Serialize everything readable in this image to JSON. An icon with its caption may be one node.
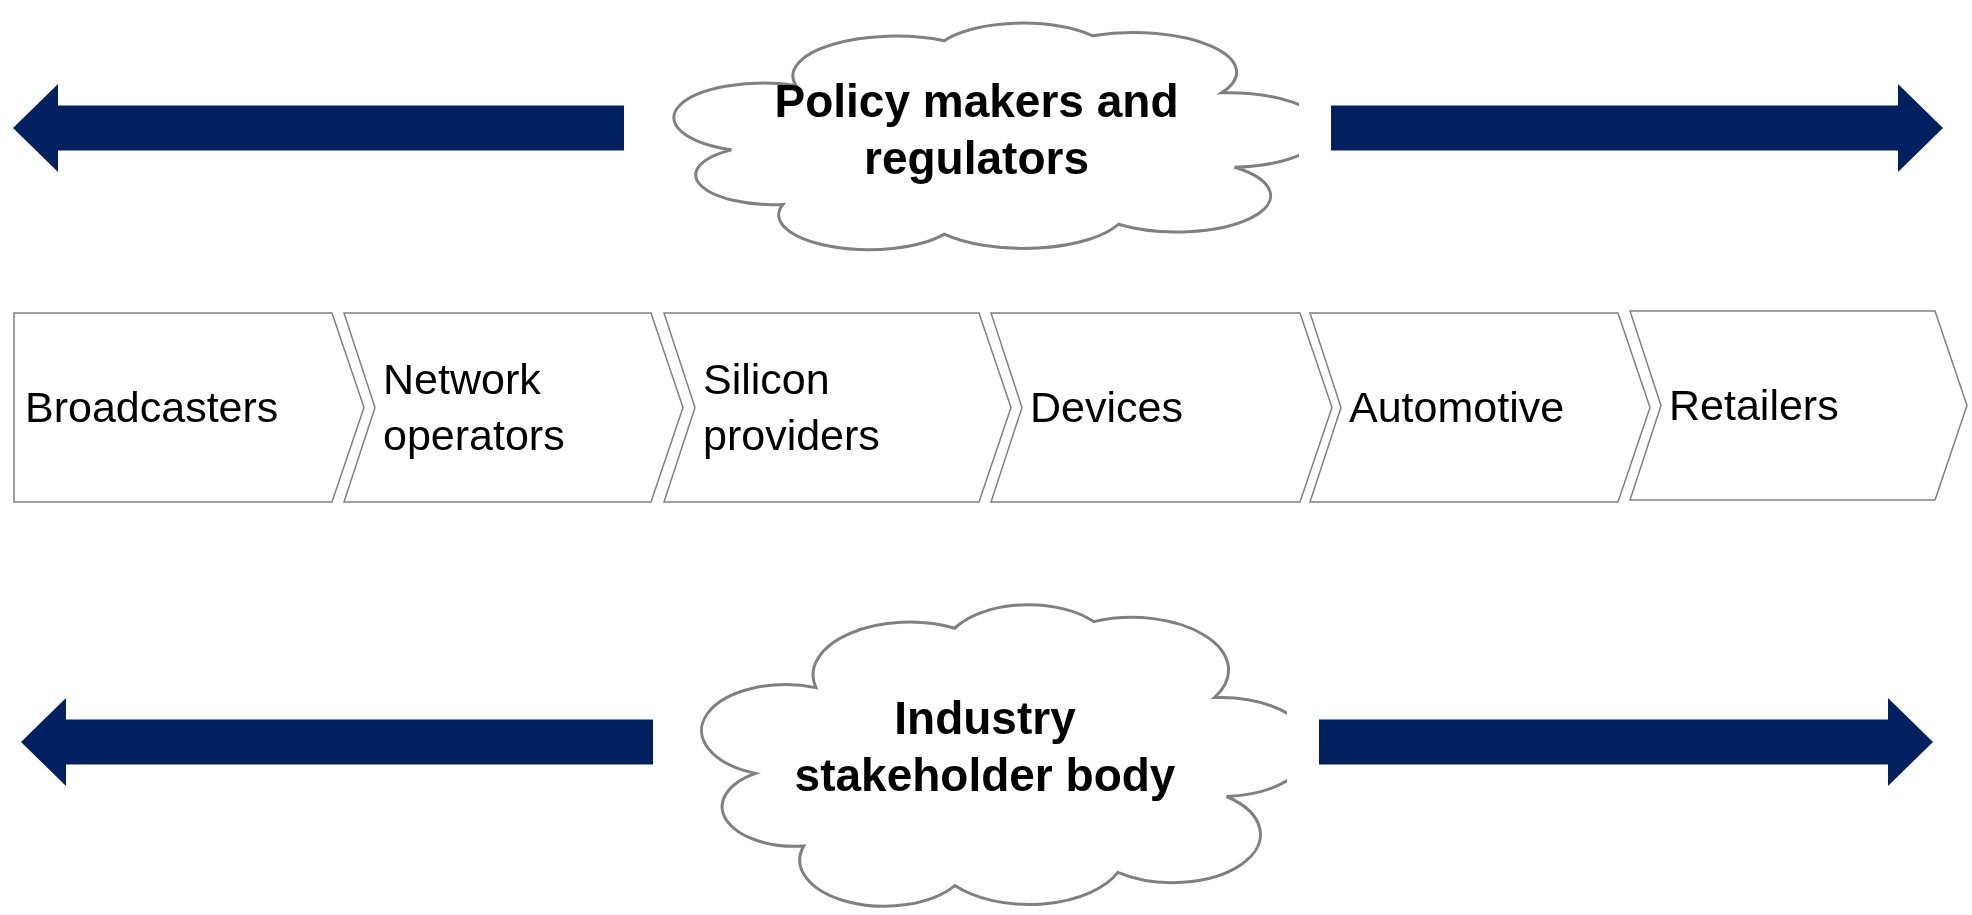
{
  "diagram": {
    "nodes": [
      {
        "text": [
          "Policy makers and regulators"
        ]
      },
      {
        "text": [
          "Broadcasters"
        ]
      },
      {
        "text": [
          "Network operators"
        ]
      },
      {
        "text": [
          "Silicon providers"
        ]
      },
      {
        "text": [
          "Devices"
        ]
      },
      {
        "text": [
          "Automotive"
        ]
      },
      {
        "text": [
          "Retailers"
        ]
      },
      {
        "text": [
          "Industry stakeholder body"
        ]
      }
    ],
    "edges": [
      {
        "from": 0,
        "to": null,
        "arrow": "to"
      },
      {
        "from": 0,
        "to": null,
        "arrow": "to"
      },
      {
        "from": 7,
        "to": null,
        "arrow": "to"
      },
      {
        "from": 7,
        "to": null,
        "arrow": "to"
      }
    ]
  }
}
